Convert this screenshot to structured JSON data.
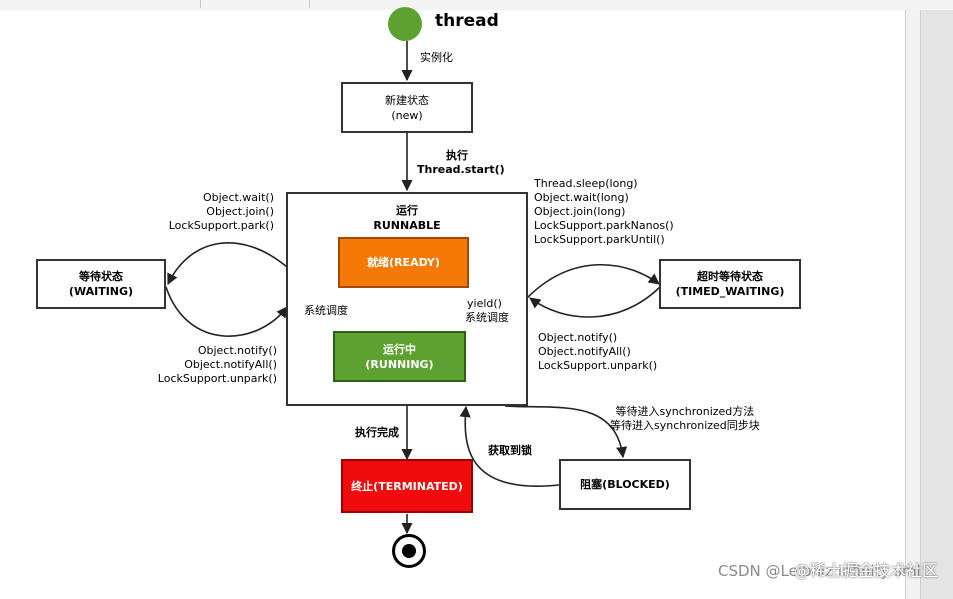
{
  "diagram": {
    "title": "thread",
    "instantiate_label": "实例化",
    "new_state": {
      "line1": "新建状态",
      "line2": "(new)"
    },
    "start_arrow": {
      "line1": "执行",
      "line2": "Thread.start()"
    },
    "runnable": {
      "line1": "运行",
      "line2": "RUNNABLE",
      "ready": "就绪(READY)",
      "running_line1": "运行中",
      "running_line2": "(RUNNING)",
      "schedule_label": "系统调度",
      "yield_line1": "yield()",
      "yield_line2": "系统调度"
    },
    "waiting": {
      "line1": "等待状态",
      "line2": "(WAITING)",
      "enter_methods": [
        "Object.wait()",
        "Object.join()",
        "LockSupport.park()"
      ],
      "exit_methods": [
        "Object.notify()",
        "Object.notifyAll()",
        "LockSupport.unpark()"
      ]
    },
    "timed_waiting": {
      "line1": "超时等待状态",
      "line2": "(TIMED_WAITING)",
      "enter_methods": [
        "Thread.sleep(long)",
        "Object.wait(long)",
        "Object.join(long)",
        "LockSupport.parkNanos()",
        "LockSupport.parkUntil()"
      ],
      "exit_methods": [
        "Object.notify()",
        "Object.notifyAll()",
        "LockSupport.unpark()"
      ]
    },
    "blocked": {
      "label": "阻塞(BLOCKED)",
      "enter_line1": "等待进入synchronized方法",
      "enter_line2": "等待进入synchronized同步块",
      "acquire_lock": "获取到锁"
    },
    "completed_label": "执行完成",
    "terminated": "终止(TERMINATED)"
  },
  "watermark": {
    "csdn": "CSDN @Leibniz infinity sml",
    "juejin": "@稀土掘金技术社区"
  },
  "colors": {
    "start_node": "#5ea131",
    "ready": "#f57906",
    "running": "#5ea131",
    "terminated": "#f00c0c"
  }
}
